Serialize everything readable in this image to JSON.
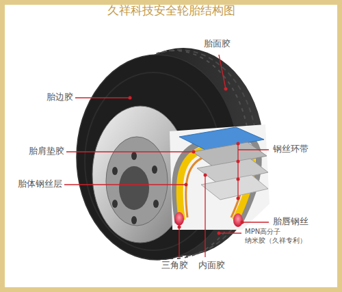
{
  "diagram": {
    "title": "久祥科技安全轮胎结构图",
    "labels": [
      "胎面胶",
      "胎边胶",
      "钢丝环带",
      "胎肩垫胶",
      "胎体钢丝层",
      "胎唇钢丝",
      "MPN高分子 纳米胶（久祥专利）",
      "三角胶",
      "内面胶"
    ]
  }
}
